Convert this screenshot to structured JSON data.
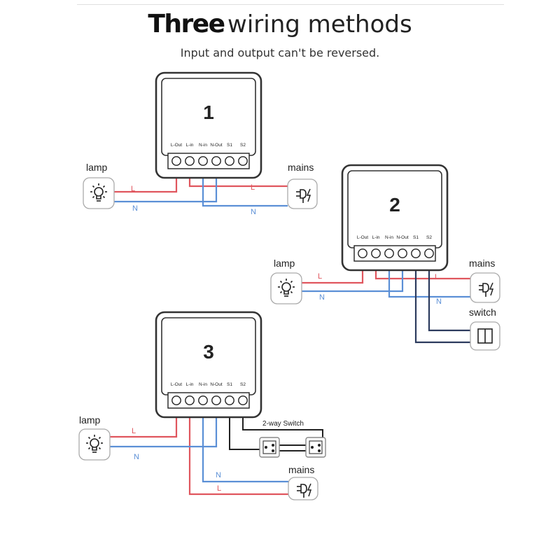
{
  "header": {
    "title_bold": "Three",
    "title_rest": "wiring methods",
    "subtitle": "Input and output can't be reversed."
  },
  "terminal_labels": [
    "L-Out",
    "L-in",
    "N-in",
    "N-Out",
    "S1",
    "S2"
  ],
  "diagrams": [
    {
      "number": "1",
      "lamp_label": "lamp",
      "mains_label": "mains",
      "wire_labels": {
        "lamp_L": "L",
        "lamp_N": "N",
        "mains_L": "L",
        "mains_N": "N"
      }
    },
    {
      "number": "2",
      "lamp_label": "lamp",
      "mains_label": "mains",
      "switch_label": "switch",
      "wire_labels": {
        "lamp_L": "L",
        "lamp_N": "N",
        "mains_L": "L",
        "mains_N": "N"
      }
    },
    {
      "number": "3",
      "lamp_label": "lamp",
      "mains_label": "mains",
      "switch_label": "2-way Switch",
      "wire_labels": {
        "lamp_L": "L",
        "lamp_N": "N",
        "mains_N": "N",
        "mains_L": "L"
      }
    }
  ],
  "colors": {
    "live_wire": "#e0565e",
    "neutral_wire": "#5b8fd6",
    "switch_wire": "#2c3b5e",
    "two_way_wire": "#222222",
    "device_outline": "#333333",
    "background": "#ffffff"
  },
  "icons": {
    "lamp": "lightbulb-icon",
    "mains": "plug-icon",
    "switch": "wall-switch-icon",
    "two_way": "two-way-switch-icon"
  }
}
